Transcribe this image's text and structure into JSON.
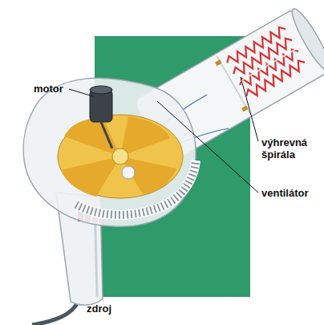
{
  "diagram": {
    "labels": [
      "motor",
      "výhrevná špirála",
      "ventilátor",
      "zdroj"
    ]
  }
}
